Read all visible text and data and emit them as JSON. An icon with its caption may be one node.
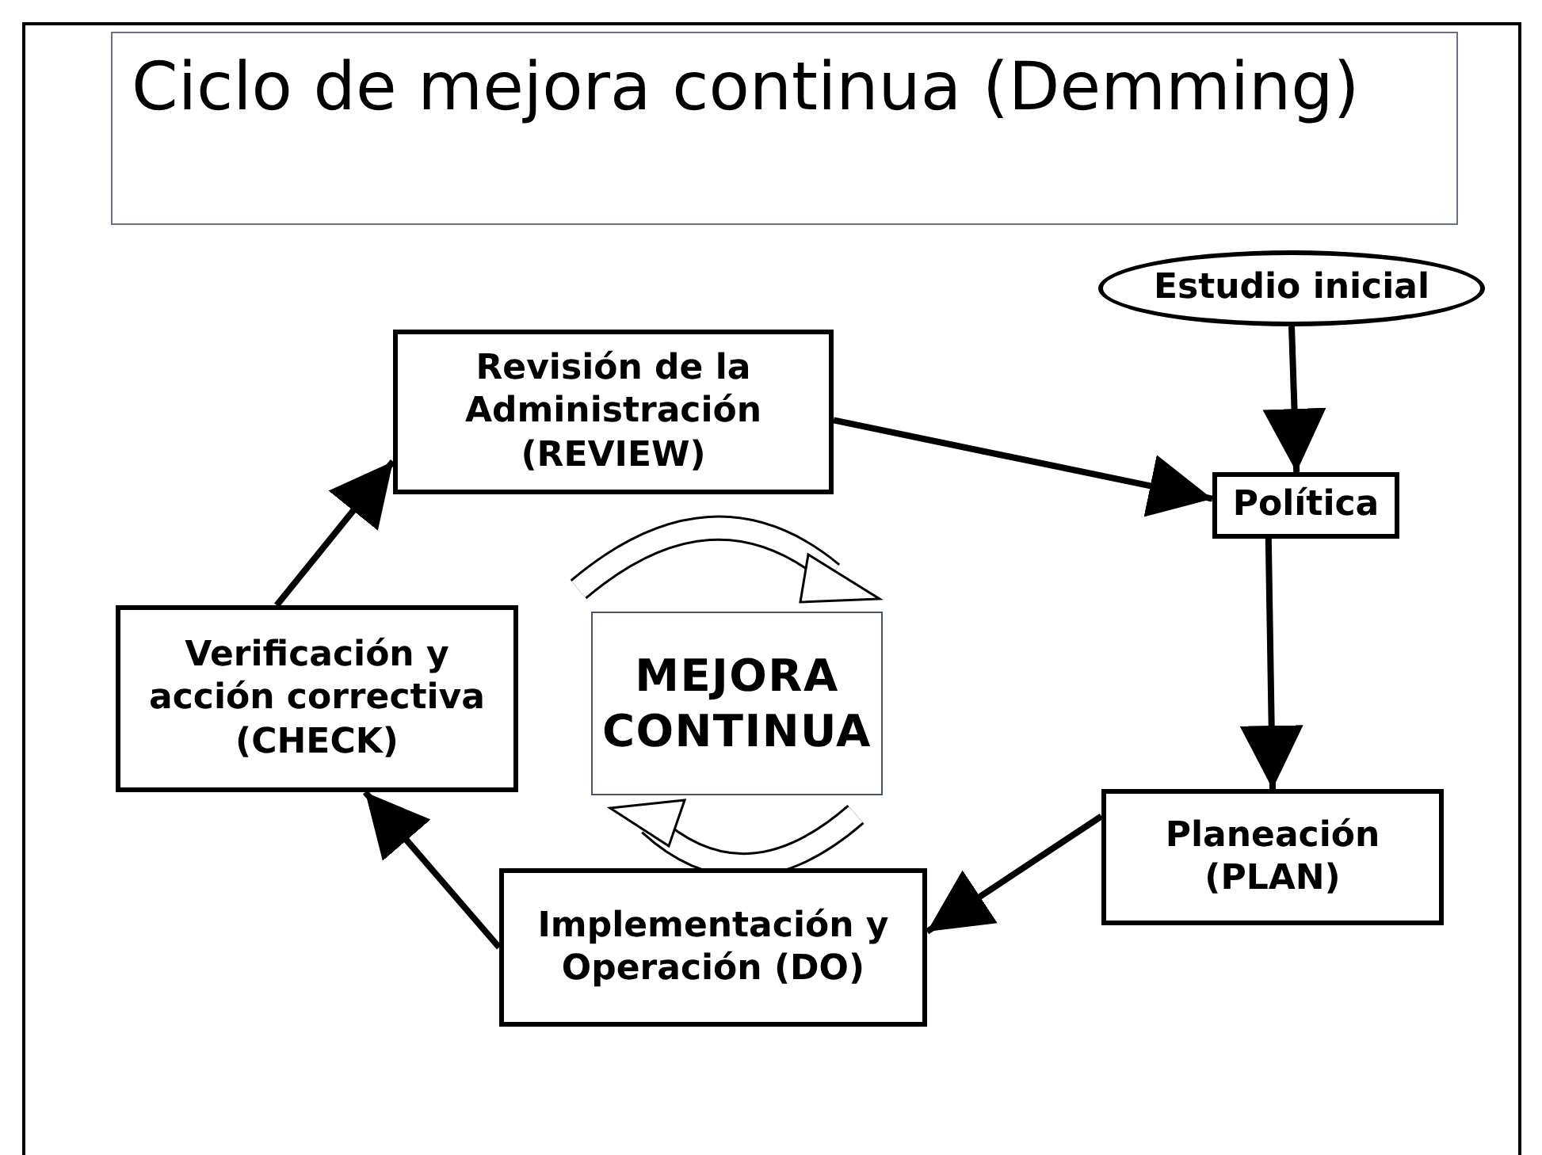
{
  "diagram": {
    "title": "Ciclo de mejora continua (Demming)",
    "nodes": [
      {
        "text": [
          "Estudio inicial"
        ]
      },
      {
        "text": [
          "Política"
        ]
      },
      {
        "text": [
          "Planeación (PLAN)"
        ]
      },
      {
        "text": [
          "Implementación y Operación (DO)"
        ]
      },
      {
        "text": [
          "Verificación y acción correctiva (CHECK)"
        ]
      },
      {
        "text": [
          "Revisión de la Administración (REVIEW)"
        ]
      },
      {
        "text": [
          "MEJORA CONTINUA"
        ]
      }
    ],
    "edges": [
      {
        "from": 0,
        "to": 1,
        "arrow": "to"
      },
      {
        "from": 1,
        "to": 2,
        "arrow": "to"
      },
      {
        "from": 2,
        "to": 3,
        "arrow": "to"
      },
      {
        "from": 3,
        "to": 4,
        "arrow": "to"
      },
      {
        "from": 4,
        "to": 5,
        "arrow": "to"
      },
      {
        "from": 5,
        "to": 1,
        "arrow": "to"
      }
    ]
  }
}
